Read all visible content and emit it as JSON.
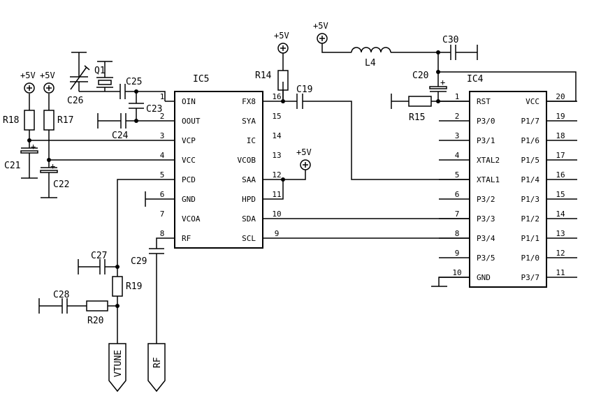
{
  "ic5": {
    "ref": "IC5",
    "left_pins": [
      {
        "num": "1",
        "name": "OIN"
      },
      {
        "num": "2",
        "name": "OOUT"
      },
      {
        "num": "3",
        "name": "VCP"
      },
      {
        "num": "4",
        "name": "VCC"
      },
      {
        "num": "5",
        "name": "PCD"
      },
      {
        "num": "6",
        "name": "GND"
      },
      {
        "num": "7",
        "name": "VCOA"
      },
      {
        "num": "8",
        "name": "RF"
      }
    ],
    "right_pins": [
      {
        "num": "16",
        "name": "FX8"
      },
      {
        "num": "15",
        "name": "SYA"
      },
      {
        "num": "14",
        "name": "IC"
      },
      {
        "num": "13",
        "name": "VCOB"
      },
      {
        "num": "12",
        "name": "SAA"
      },
      {
        "num": "11",
        "name": "HPD"
      },
      {
        "num": "10",
        "name": "SDA"
      },
      {
        "num": "9",
        "name": "SCL"
      }
    ]
  },
  "ic4": {
    "ref": "IC4",
    "left_pins": [
      {
        "num": "1",
        "name": "RST"
      },
      {
        "num": "2",
        "name": "P3/0"
      },
      {
        "num": "3",
        "name": "P3/1"
      },
      {
        "num": "4",
        "name": "XTAL2"
      },
      {
        "num": "5",
        "name": "XTAL1"
      },
      {
        "num": "6",
        "name": "P3/2"
      },
      {
        "num": "7",
        "name": "P3/3"
      },
      {
        "num": "8",
        "name": "P3/4"
      },
      {
        "num": "9",
        "name": "P3/5"
      },
      {
        "num": "10",
        "name": "GND"
      }
    ],
    "right_pins": [
      {
        "num": "20",
        "name": "VCC"
      },
      {
        "num": "19",
        "name": "P1/7"
      },
      {
        "num": "18",
        "name": "P1/6"
      },
      {
        "num": "17",
        "name": "P1/5"
      },
      {
        "num": "16",
        "name": "P1/4"
      },
      {
        "num": "15",
        "name": "P1/3"
      },
      {
        "num": "14",
        "name": "P1/2"
      },
      {
        "num": "13",
        "name": "P1/1"
      },
      {
        "num": "12",
        "name": "P1/0"
      },
      {
        "num": "11",
        "name": "P3/7"
      }
    ]
  },
  "components": {
    "q1": "Q1",
    "c25": "C25",
    "c26": "C26",
    "c23": "C23",
    "c24": "C24",
    "r18": "R18",
    "r17": "R17",
    "c21": "C21",
    "c22": "C22",
    "r14": "R14",
    "c19": "C19",
    "l4": "L4",
    "c30": "C30",
    "c20": "C20",
    "r15": "R15",
    "c27": "C27",
    "r19": "R19",
    "c28": "C28",
    "r20": "R20",
    "c29": "C29"
  },
  "supply_label": "+5V",
  "polarity_mark": "+",
  "ports": {
    "vtune": "VTUNE",
    "rf": "RF"
  }
}
